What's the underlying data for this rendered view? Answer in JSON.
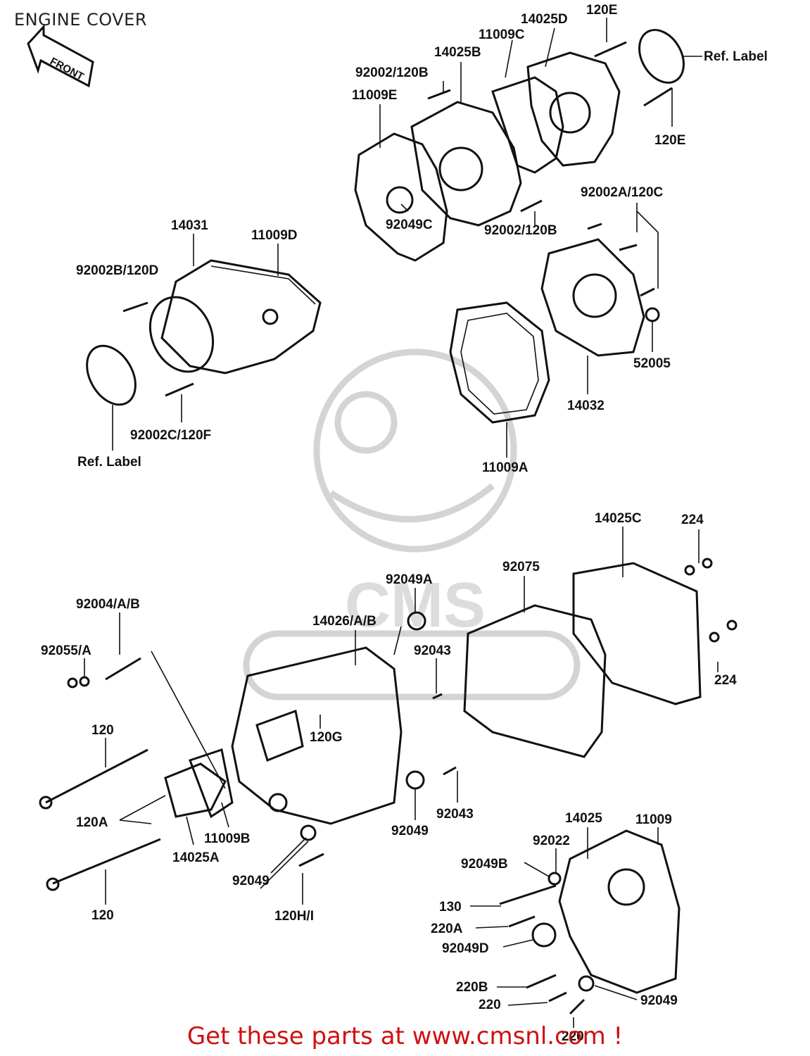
{
  "title": "ENGINE COVER",
  "footer": "Get these parts at www.cmsnl.com !",
  "front_arrow": "FRONT",
  "watermark": {
    "text": "CMS",
    "url_fragment": "www.cmsnl.com"
  },
  "colors": {
    "footer": "#d01010",
    "lines": "#111111",
    "watermark": "#d4d4d4"
  },
  "labels": {
    "l14025D": "14025D",
    "l120E_top": "120E",
    "l11009C": "11009C",
    "refLabel_top": "Ref. Label",
    "l14025B": "14025B",
    "l92002_120B_top": "92002/120B",
    "l11009E": "11009E",
    "l120E_right": "120E",
    "l92002A_120C": "92002A/120C",
    "l14031": "14031",
    "l11009D": "11009D",
    "l92002B_120D": "92002B/120D",
    "l92049C": "92049C",
    "l92002_120B_mid": "92002/120B",
    "l52005": "52005",
    "l14032": "14032",
    "l92002C_120F": "92002C/120F",
    "refLabel_left": "Ref. Label",
    "l11009A": "11009A",
    "l14025C": "14025C",
    "l224_top": "224",
    "l92075": "92075",
    "l92049A": "92049A",
    "l92004AB": "92004/A/B",
    "l14026AB": "14026/A/B",
    "l92055A": "92055/A",
    "l92043_top": "92043",
    "l224_bottom": "224",
    "l120_top": "120",
    "l120G": "120G",
    "l120A": "120A",
    "l11009B": "11009B",
    "l14025A": "14025A",
    "l92049_mid": "92049",
    "l92043_mid": "92043",
    "l14025": "14025",
    "l11009": "11009",
    "l92022": "92022",
    "l92049B": "92049B",
    "l120_bottom": "120",
    "l92049_low": "92049",
    "l120HI": "120H/I",
    "l130": "130",
    "l220A": "220A",
    "l92049D": "92049D",
    "l220B": "220B",
    "l220": "220",
    "l92049_right": "92049",
    "l220_bottom": "220"
  }
}
